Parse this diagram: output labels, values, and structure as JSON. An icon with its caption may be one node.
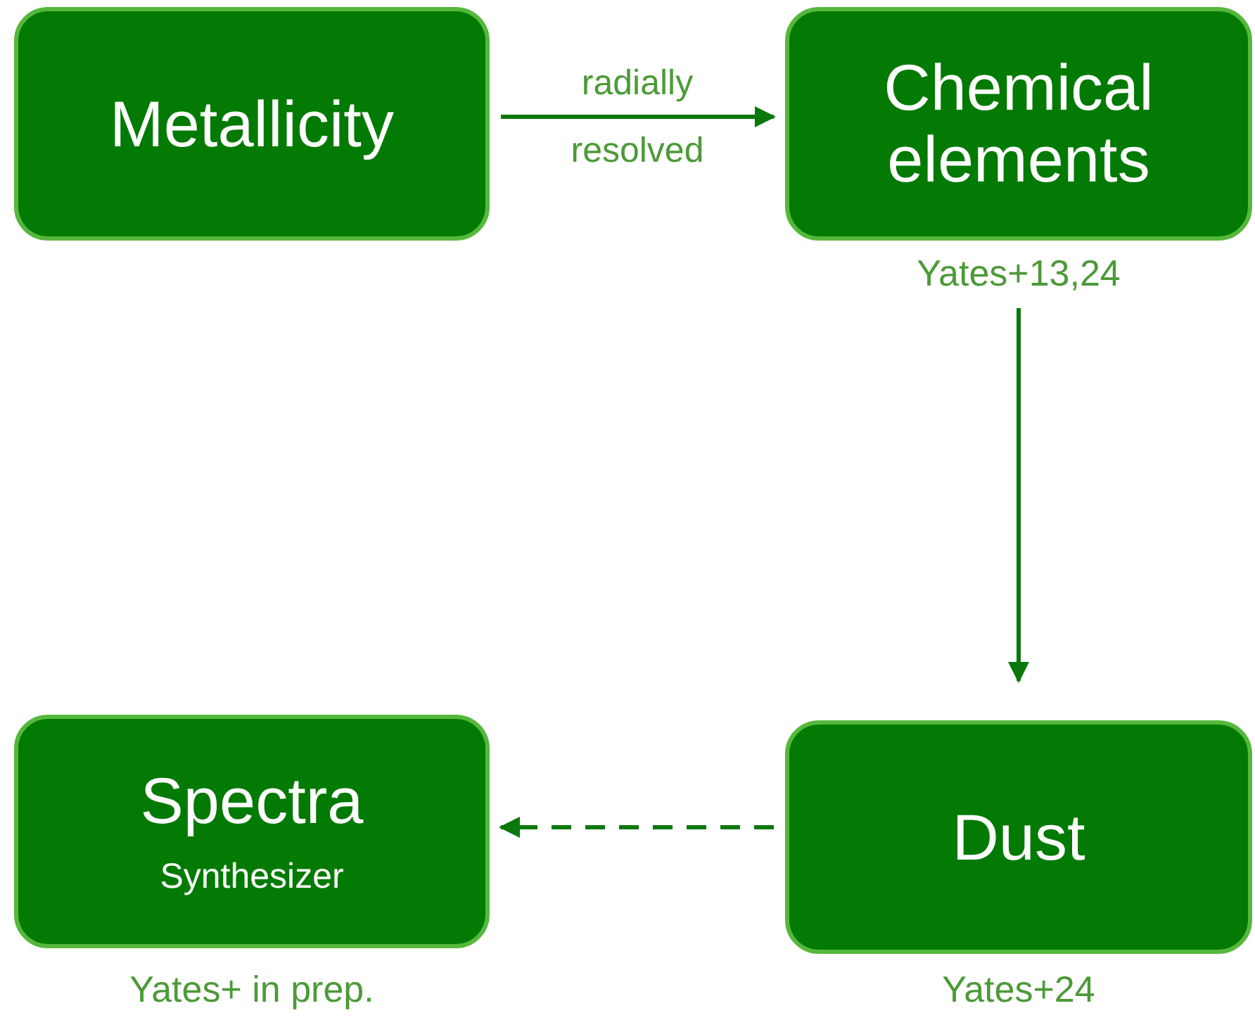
{
  "diagram": {
    "nodes": [
      {
        "text": [
          "Metallicity"
        ]
      },
      {
        "text": [
          "Chemical elements"
        ],
        "beside": [
          "Yates+13,24"
        ]
      },
      {
        "text": [
          "Dust"
        ],
        "beside": [
          "Yates+24"
        ]
      },
      {
        "text": [
          "Spectra",
          "Synthesizer"
        ],
        "beside": [
          "Yates+ in prep."
        ]
      }
    ],
    "edges": [
      {
        "from": 0,
        "to": 1,
        "arrow": "to",
        "label": "radially resolved"
      },
      {
        "from": 1,
        "to": 2,
        "arrow": "to"
      },
      {
        "from": 2,
        "to": 3,
        "arrow": "to",
        "style": "dashed"
      }
    ]
  }
}
